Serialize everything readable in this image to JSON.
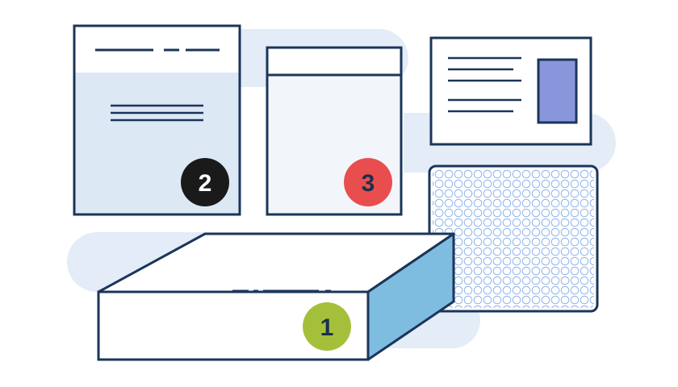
{
  "diagram": {
    "items": [
      {
        "id": "box",
        "badge": "1",
        "badge_color": "#a4c03a",
        "badge_text_color": "#1b2f4e"
      },
      {
        "id": "document",
        "badge": "2",
        "badge_color": "#1a1a1a",
        "badge_text_color": "#ffffff"
      },
      {
        "id": "envelope",
        "badge": "3",
        "badge_color": "#e94e4e",
        "badge_text_color": "#1b2f4e"
      },
      {
        "id": "card",
        "badge": null
      },
      {
        "id": "bubble-wrap",
        "badge": null
      }
    ]
  },
  "colors": {
    "outline": "#1b355a",
    "cloud": "#e3ecf7",
    "document_fill": "#dde8f5",
    "envelope_fill": "#f2f6fb",
    "box_side": "#7fbde0",
    "card_photo": "#8a96dc",
    "bubble_outline": "#8fb3e8"
  }
}
